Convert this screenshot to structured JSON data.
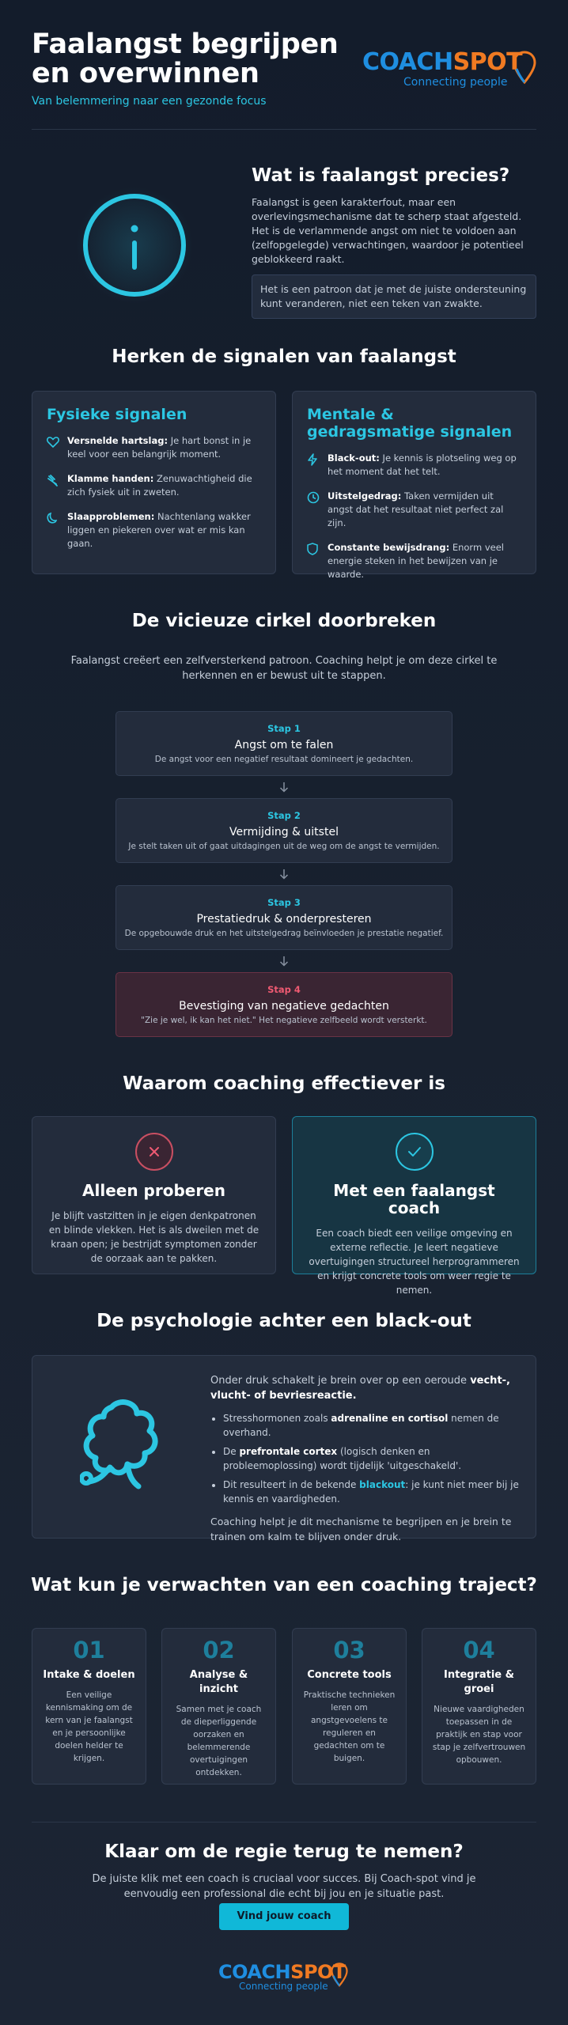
{
  "header": {
    "title_line1": "Faalangst begrijpen",
    "title_line2": "en overwinnen",
    "subtitle": "Van belemmering naar een gezonde focus",
    "logo_coach": "COACH",
    "logo_spot": "SPOT",
    "logo_tagline": "Connecting people"
  },
  "intro": {
    "title": "Wat is faalangst precies?",
    "text": "Faalangst is geen karakterfout, maar een overlevingsmechanisme dat te scherp staat afgesteld. Het is de verlammende angst om niet te voldoen aan (zelfopgelegde) verwachtingen, waardoor je potentieel geblokkeerd raakt.",
    "note": "Het is een patroon dat je met de juiste ondersteuning kunt veranderen, niet een teken van zwakte."
  },
  "signals": {
    "title": "Herken de signalen van faalangst",
    "physical": {
      "title": "Fysieke signalen",
      "items": [
        {
          "icon": "heart-icon",
          "label": "Versnelde hartslag:",
          "text": " Je hart bonst in je keel voor een belangrijk moment."
        },
        {
          "icon": "hand-icon",
          "label": "Klamme handen:",
          "text": " Zenuwachtigheid die zich fysiek uit in zweten."
        },
        {
          "icon": "moon-icon",
          "label": "Slaapproblemen:",
          "text": " Nachtenlang wakker liggen en piekeren over wat er mis kan gaan."
        }
      ]
    },
    "mental": {
      "title": "Mentale & gedragsmatige signalen",
      "items": [
        {
          "icon": "lightning-icon",
          "label": "Black-out:",
          "text": " Je kennis is plotseling weg op het moment dat het telt."
        },
        {
          "icon": "clock-icon",
          "label": "Uitstelgedrag:",
          "text": " Taken vermijden uit angst dat het resultaat niet perfect zal zijn."
        },
        {
          "icon": "shield-icon",
          "label": "Constante bewijsdrang:",
          "text": " Enorm veel energie steken in het bewijzen van je waarde."
        }
      ]
    }
  },
  "cycle": {
    "title": "De vicieuze cirkel doorbreken",
    "intro_line1": "Faalangst creëert een zelfversterkend patroon. Coaching helpt je om deze cirkel te",
    "intro_line2": "herkennen en er bewust uit te stappen.",
    "steps": [
      {
        "num": "Stap 1",
        "name": "Angst om te falen",
        "desc": "De angst voor een negatief resultaat domineert je gedachten."
      },
      {
        "num": "Stap 2",
        "name": "Vermijding & uitstel",
        "desc": "Je stelt taken uit of gaat uitdagingen uit de weg om de angst te vermijden."
      },
      {
        "num": "Stap 3",
        "name": "Prestatiedruk & onderpresteren",
        "desc": "De opgebouwde druk en het uitstelgedrag beïnvloeden je prestatie negatief."
      },
      {
        "num": "Stap 4",
        "name": "Bevestiging van negatieve gedachten",
        "desc": "\"Zie je wel, ik kan het niet.\" Het negatieve zelfbeeld wordt versterkt."
      }
    ]
  },
  "compare": {
    "title": "Waarom coaching effectiever is",
    "alone": {
      "title": "Alleen proberen",
      "text": "Je blijft vastzitten in je eigen denkpatronen en blinde vlekken. Het is als dweilen met de kraan open; je bestrijdt symptomen zonder de oorzaak aan te pakken."
    },
    "coach": {
      "title": "Met een faalangst coach",
      "text": "Een coach biedt een veilige omgeving en externe reflectie. Je leert negatieve overtuigingen structureel herprogrammeren en krijgt concrete tools om weer regie te nemen."
    }
  },
  "psychology": {
    "title": "De psychologie achter een black-out",
    "lead": "Onder druk schakelt je brein over op een oeroude ",
    "lead_bold": "vecht-, vlucht- of bevriesreactie.",
    "b1_pre": "Stresshormonen zoals ",
    "b1_bold": "adrenaline en cortisol",
    "b1_post": " nemen de overhand.",
    "b2_pre": "De ",
    "b2_bold": "prefrontale cortex",
    "b2_post": " (logisch denken en probleemoplossing) wordt tijdelijk 'uitgeschakeld'.",
    "b3_pre": "Dit resulteert in de bekende ",
    "b3_hl": "blackout",
    "b3_post": ": je kunt niet meer bij je kennis en vaardigheden.",
    "closing": "Coaching helpt je dit mechanisme te begrijpen en je brein te trainen om kalm te blijven onder druk."
  },
  "trajectory": {
    "title": "Wat kun je verwachten van een coaching traject?",
    "phases": [
      {
        "num": "01",
        "title": "Intake & doelen",
        "text": "Een veilige kennismaking om de kern van je faalangst en je persoonlijke doelen helder te krijgen."
      },
      {
        "num": "02",
        "title": "Analyse & inzicht",
        "text": "Samen met je coach de dieperliggende oorzaken en belemmerende overtuigingen ontdekken."
      },
      {
        "num": "03",
        "title": "Concrete tools",
        "text": "Praktische technieken leren om angstgevoelens te reguleren en gedachten om te buigen."
      },
      {
        "num": "04",
        "title": "Integratie & groei",
        "text": "Nieuwe vaardigheden toepassen in de praktijk en stap voor stap je zelfvertrouwen opbouwen."
      }
    ]
  },
  "cta": {
    "title": "Klaar om de regie terug te nemen?",
    "text_line1": "De juiste klik met een coach is cruciaal voor succes. Bij Coach-spot vind je",
    "text_line2": "eenvoudig een professional die echt bij jou en je situatie past.",
    "button": "Vind jouw coach"
  },
  "colors": {
    "accent": "#2cc6e2",
    "brand_blue": "#1f8ee0",
    "brand_orange": "#f07a22",
    "danger": "#ef5a72"
  }
}
